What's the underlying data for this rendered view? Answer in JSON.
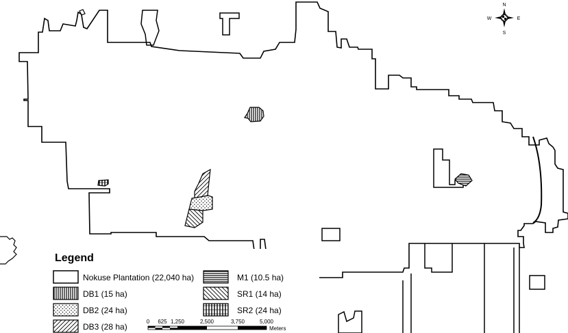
{
  "legend": {
    "title": "Legend",
    "items": [
      {
        "key": "nokuse",
        "label": "Nokuse Plantation (22,040 ha)",
        "pattern": "plain"
      },
      {
        "key": "db1",
        "label": "DB1 (15 ha)",
        "pattern": "vertical-lines"
      },
      {
        "key": "db2",
        "label": "DB2 (24 ha)",
        "pattern": "dots"
      },
      {
        "key": "db3",
        "label": "DB3 (28 ha)",
        "pattern": "diagonal-forward"
      },
      {
        "key": "m1",
        "label": "M1 (10.5 ha)",
        "pattern": "horizontal-lines"
      },
      {
        "key": "sr1",
        "label": "SR1 (14 ha)",
        "pattern": "diagonal-back"
      },
      {
        "key": "sr2",
        "label": "SR2 (24 ha)",
        "pattern": "crosshatch-vertical"
      }
    ]
  },
  "scale_bar": {
    "ticks": [
      "0",
      "625",
      "1,250",
      "2,500",
      "3,750",
      "5,000"
    ],
    "unit": "Meters"
  },
  "compass": {
    "n": "N",
    "s": "S",
    "e": "E",
    "w": "W"
  },
  "colors": {
    "boundary": "#000000",
    "background": "#ffffff"
  }
}
